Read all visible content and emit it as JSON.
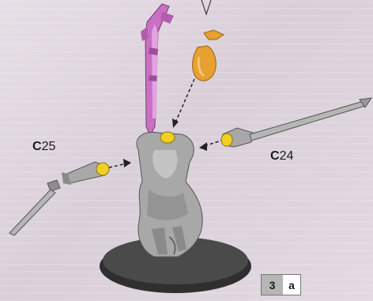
{
  "labels": {
    "c25": {
      "letter": "C",
      "number": "25"
    },
    "c24": {
      "letter": "C",
      "number": "24"
    }
  },
  "step_badge": {
    "number": "3",
    "sub": "a"
  },
  "colors": {
    "background": "#ddd4dd",
    "plastic": "#a8a8a8",
    "highlight_pink": "#c96fc4",
    "highlight_orange": "#e8a030",
    "glue_yellow": "#f0d020",
    "base": "#3a3a3a"
  }
}
